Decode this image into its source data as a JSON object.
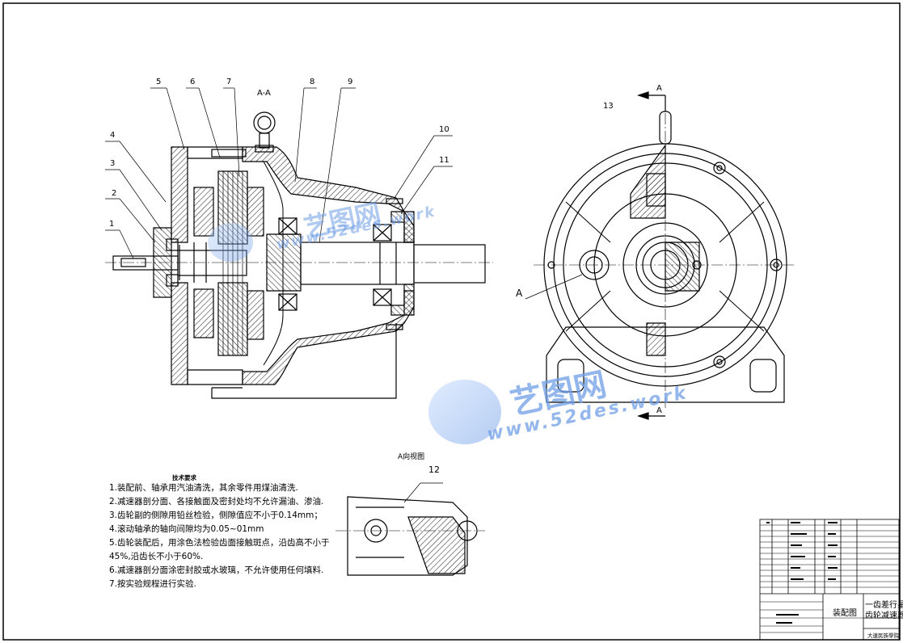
{
  "section_label": "A-A",
  "view_label_a_top": "A",
  "view_label_a_bottom": "A",
  "view_label_a_left": "A",
  "detail_title": "A向视图",
  "part_numbers": [
    "1",
    "2",
    "3",
    "4",
    "5",
    "6",
    "7",
    "8",
    "9",
    "10",
    "11",
    "12",
    "13"
  ],
  "watermark": {
    "brand": "艺图网",
    "url": "www.52des.work"
  },
  "notes": {
    "title": "技术要求",
    "lines": [
      "1.装配前、轴承用汽油清洗，其余零件用煤油清洗.",
      "2.减速器剖分面、各接触面及密封处均不允许漏油、渗油.",
      "3.齿轮副的侧隙用铅丝检验，侧隙值应不小于0.14mm；",
      "4.滚动轴承的轴向间隙均为0.05~01mm",
      "5.齿轮装配后，用涂色法检验齿面接触斑点，沿齿高不小于",
      "45%,沿齿长不小于60%.",
      "6.减速器剖分面涂密封胶或水玻璃，不允许使用任何填料.",
      "7.按实验规程进行实验."
    ]
  },
  "title_block": {
    "drawing_name": "装配图",
    "product_name_line1": "一齿差行星",
    "product_name_line2": "齿轮减速器",
    "school": "大連民族學院"
  }
}
